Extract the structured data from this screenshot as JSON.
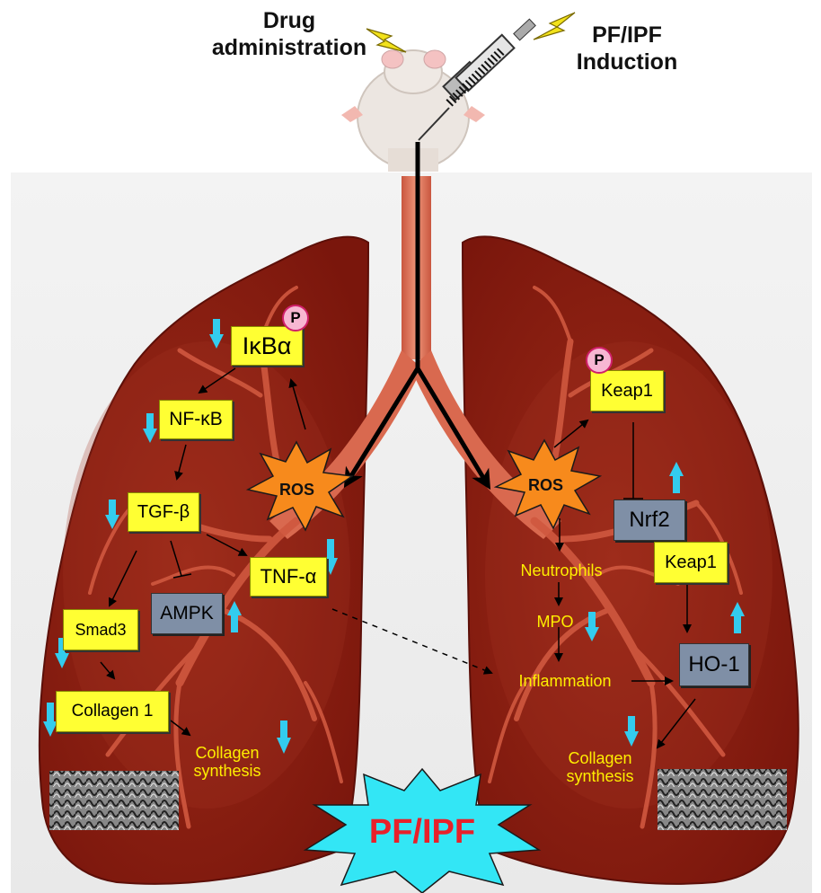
{
  "header": {
    "drug_line1": "Drug",
    "drug_line2": "administration",
    "induction_line1": "PF/IPF",
    "induction_line2": "Induction"
  },
  "left_lung": {
    "ikba": "IκBα",
    "p_badge": "P",
    "nfkb": "NF-κB",
    "tgfb": "TGF-β",
    "ros": "ROS",
    "tnfa": "TNF-α",
    "ampk": "AMPK",
    "smad3": "Smad3",
    "collagen1": "Collagen 1",
    "collagen_synthesis_1": "Collagen",
    "collagen_synthesis_2": "synthesis"
  },
  "right_lung": {
    "keap1_top": "Keap1",
    "p_badge": "P",
    "ros": "ROS",
    "nrf2": "Nrf2",
    "keap1_mid": "Keap1",
    "neutrophils": "Neutrophils",
    "mpo": "MPO",
    "inflammation": "Inflammation",
    "ho1": "HO-1",
    "collagen_synthesis_1": "Collagen",
    "collagen_synthesis_2": "synthesis"
  },
  "bottom_label": "PF/IPF",
  "colors": {
    "lung": "#8e1f12",
    "lung_edge": "#5c0f08",
    "airway": "#d96a50",
    "label_box": "#ffff33",
    "grey_box": "#7f8fa6",
    "yellow_text": "#ffee00",
    "arrow_cyan": "#33ccee",
    "star_orange": "#f78a1c",
    "burst_cyan": "#33e6f5",
    "pfipf_red": "#e8202a"
  }
}
